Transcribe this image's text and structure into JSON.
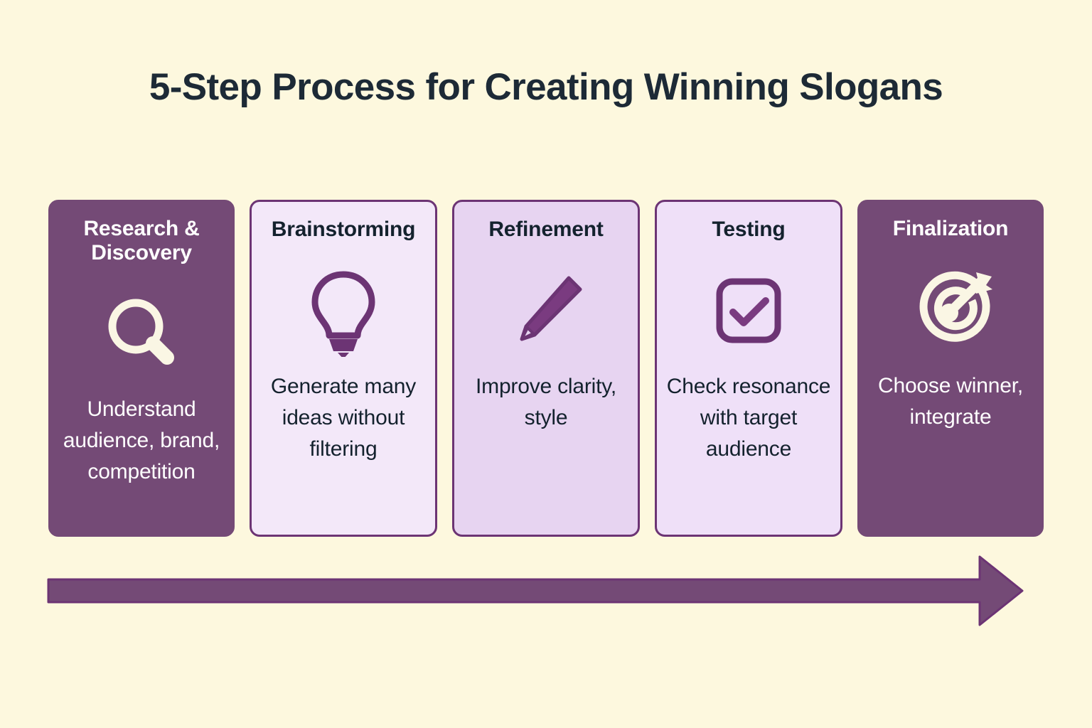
{
  "page": {
    "title": "5-Step Process for Creating Winning Slogans",
    "background_color": "#FDF8DE",
    "accent_dark": "#744A76",
    "accent_border": "#6C3474",
    "title_color": "#1D2A36",
    "arrow_color": "#744A76",
    "arrow_direction": "right"
  },
  "steps": [
    {
      "title": "Research & Discovery",
      "description": "Understand audience, brand, competition",
      "icon": "magnifier-icon",
      "style": "dark",
      "fill": "#744A76",
      "text_color": "#FFFFFF",
      "icon_color": "#FAF6E4"
    },
    {
      "title": "Brainstorming",
      "description": "Generate many ideas without filtering",
      "icon": "lightbulb-icon",
      "style": "light",
      "fill": "#F3E8F9",
      "text_color": "#14222E",
      "icon_color": "#6C3474"
    },
    {
      "title": "Refinement",
      "description": "Improve clarity, style",
      "icon": "pencil-icon",
      "style": "light",
      "fill": "#E7D4F1",
      "text_color": "#14222E",
      "icon_color": "#7A3B80"
    },
    {
      "title": "Testing",
      "description": "Check resonance with target audience",
      "icon": "checkbox-check-icon",
      "style": "light",
      "fill": "#EFE0F8",
      "text_color": "#14222E",
      "icon_color": "#6C3474"
    },
    {
      "title": "Finalization",
      "description": "Choose winner, integrate",
      "icon": "target-arrow-icon",
      "style": "dark",
      "fill": "#744A76",
      "text_color": "#FFFFFF",
      "icon_color": "#FAF6E4"
    }
  ]
}
